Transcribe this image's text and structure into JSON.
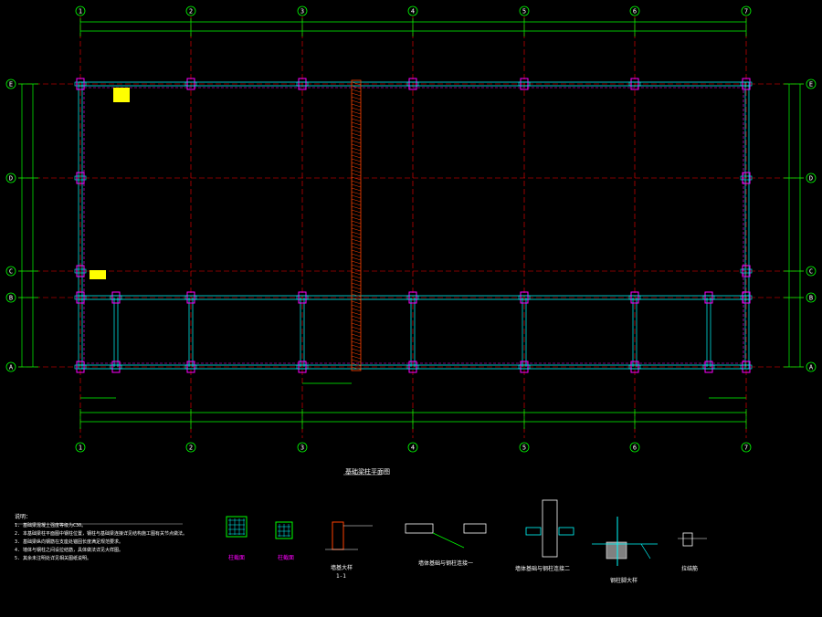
{
  "grid_x_labels": [
    "1",
    "2",
    "3",
    "4",
    "5",
    "6",
    "7"
  ],
  "grid_y_labels": [
    "E",
    "D",
    "C",
    "B",
    "A"
  ],
  "title_main": "基础梁柱平面图",
  "sections": [
    {
      "label": "柱截面"
    },
    {
      "label": "柱截面"
    },
    {
      "label": "墙基大样",
      "sub": "1-1"
    },
    {
      "label": "墙体基础与钢柱连接一"
    },
    {
      "label": "墙体基础与钢柱连接二"
    },
    {
      "label": "钢柱脚大样"
    },
    {
      "label": "拉结筋"
    }
  ],
  "notes": [
    "说明：",
    "1. 基础梁混凝土强度等级为C30。",
    "2. 本基础梁柱平面图中钢柱位置，钢柱与基础梁连接详见结构施工图有关节点做法。",
    "3. 基础梁纵向钢筋在支座处锚固长度满足规范要求。",
    "4. 墙体与钢柱之间设拉结筋，具体做法详见大样图。",
    "5. 其余未注明处详见相关图纸说明。"
  ],
  "colors": {
    "grid": "#00ff00",
    "axis": "#ff0000",
    "beam": "#00ffff",
    "column": "#ff00ff",
    "text": "#ffffff",
    "yellow": "#ffff00",
    "hatch": "#ff4000"
  }
}
